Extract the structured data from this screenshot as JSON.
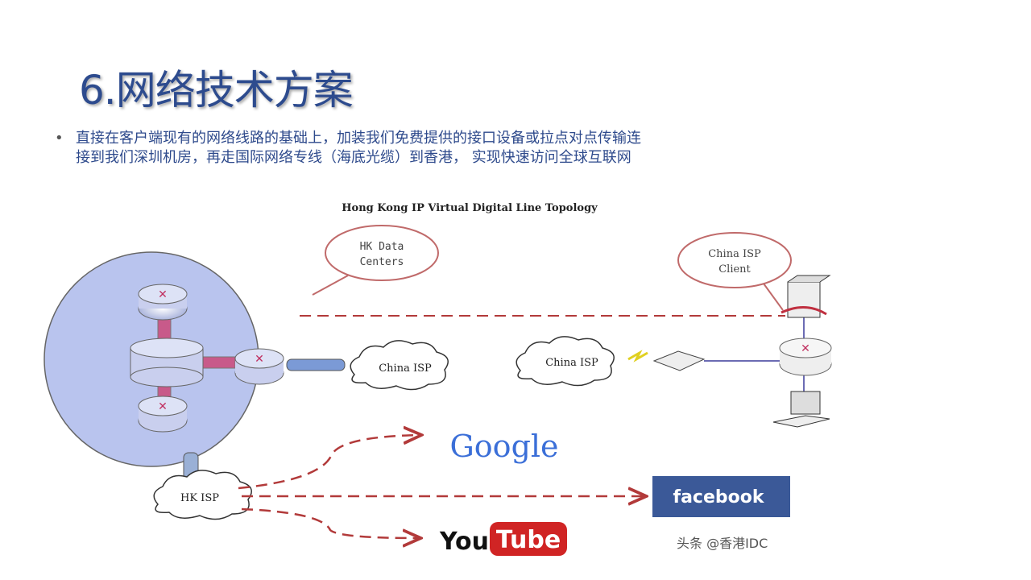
{
  "slide": {
    "title": "6.网络技术方案",
    "bullet_line1": "直接在客户端现有的网络线路的基础上，加装我们免费提供的接口设备或拉点对点传输连",
    "bullet_line2": "接到我们深圳机房，再走国际网络专线（海底光缆）到香港， 实现快速访问全球互联网"
  },
  "diagram": {
    "title": "Hong Kong IP Virtual Digital Line Topology",
    "hk_dc_line1": "HK Data",
    "hk_dc_line2": "Centers",
    "client_line1": "China ISP",
    "client_line2": "Client",
    "china_isp_left": "China ISP",
    "china_isp_right": "China ISP",
    "hk_isp": "HK ISP",
    "google": "Google",
    "facebook": "facebook",
    "youtube_you": "You",
    "youtube_tube": "Tube",
    "watermark": "头条 @香港IDC",
    "colors": {
      "accent": "#2d4b8e",
      "dash": "#b23a3a",
      "circle": "#b9c4ee"
    }
  }
}
